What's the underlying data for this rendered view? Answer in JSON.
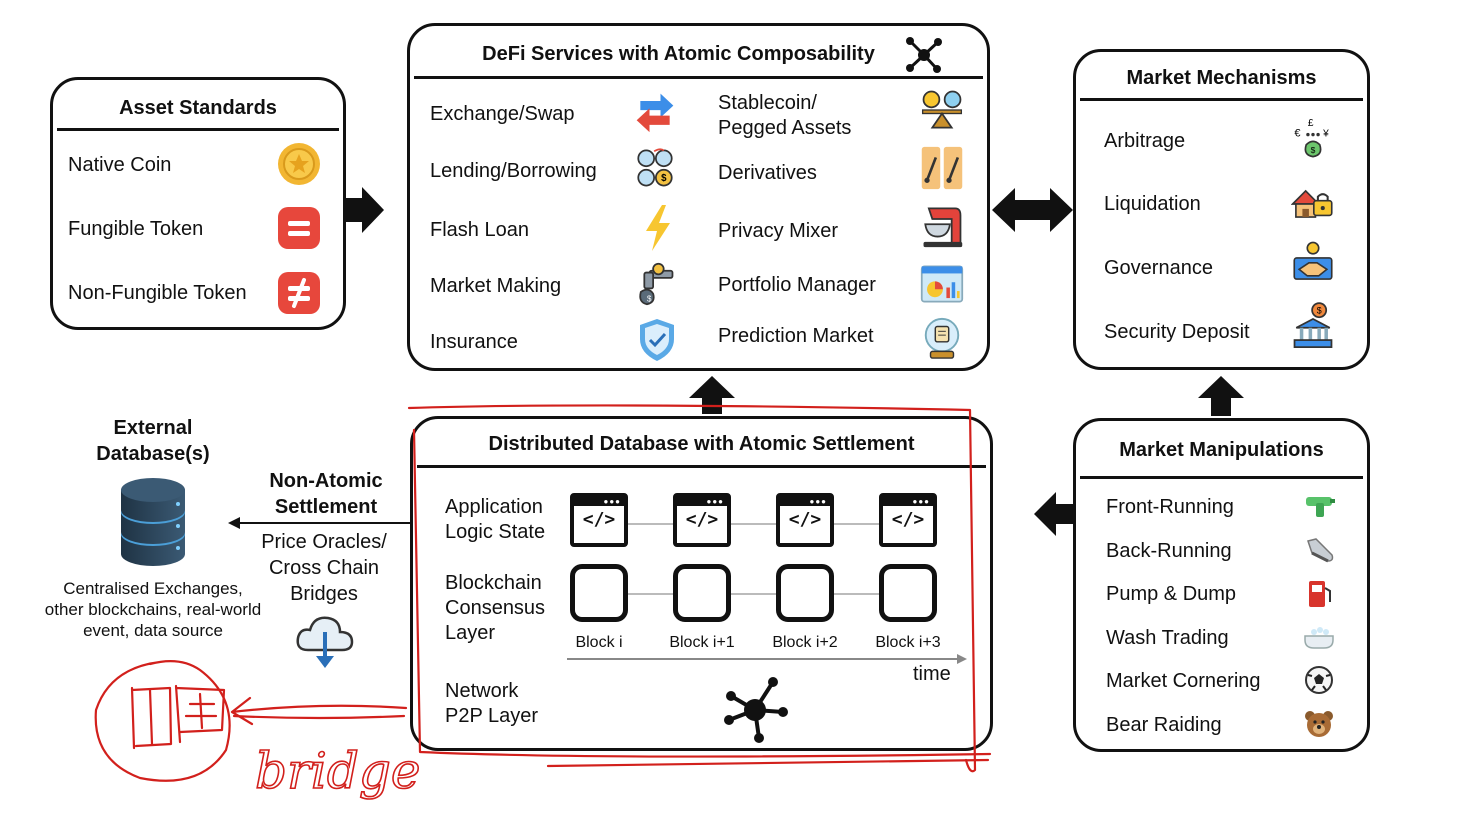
{
  "asset_standards": {
    "title": "Asset Standards",
    "items": [
      {
        "label": "Native Coin",
        "icon": "gold-coin-icon"
      },
      {
        "label": "Fungible Token",
        "icon": "equals-icon"
      },
      {
        "label": "Non-Fungible Token",
        "icon": "not-equal-icon"
      }
    ]
  },
  "defi_services": {
    "title": "DeFi Services with Atomic Composability",
    "left": [
      {
        "label": "Exchange/Swap",
        "icon": "swap-arrows-icon"
      },
      {
        "label": "Lending/Borrowing",
        "icon": "lending-icon"
      },
      {
        "label": "Flash Loan",
        "icon": "lightning-icon"
      },
      {
        "label": "Market Making",
        "icon": "money-tap-icon"
      },
      {
        "label": "Insurance",
        "icon": "shield-check-icon"
      }
    ],
    "right": [
      {
        "label": "Stablecoin/\nPegged Assets",
        "icon": "balance-scale-icon"
      },
      {
        "label": "Derivatives",
        "icon": "derivatives-icon"
      },
      {
        "label": "Privacy Mixer",
        "icon": "mixer-icon"
      },
      {
        "label": "Portfolio Manager",
        "icon": "portfolio-chart-icon"
      },
      {
        "label": "Prediction Market",
        "icon": "crystal-ball-icon"
      }
    ]
  },
  "market_mechanisms": {
    "title": "Market Mechanisms",
    "items": [
      {
        "label": "Arbitrage",
        "icon": "arbitrage-icon"
      },
      {
        "label": "Liquidation",
        "icon": "locked-house-icon"
      },
      {
        "label": "Governance",
        "icon": "handshake-icon"
      },
      {
        "label": "Security Deposit",
        "icon": "bank-deposit-icon"
      }
    ]
  },
  "external_db": {
    "title": "External\nDatabase(s)",
    "caption": "Centralised Exchanges,\nother blockchains, real-world\nevent, data source"
  },
  "non_atomic": {
    "title": "Non-Atomic\nSettlement",
    "subtitle": "Price Oracles/\nCross Chain\nBridges"
  },
  "distributed_db": {
    "title": "Distributed Database with Atomic Settlement",
    "layers": [
      "Application\nLogic State",
      "Blockchain\nConsensus\nLayer",
      "Network\nP2P Layer"
    ],
    "code_tag": "</>",
    "blocks": [
      "Block i",
      "Block i+1",
      "Block i+2",
      "Block i+3"
    ],
    "time_label": "time"
  },
  "market_manipulations": {
    "title": "Market Manipulations",
    "items": [
      {
        "label": "Front-Running",
        "icon": "water-gun-icon"
      },
      {
        "label": "Back-Running",
        "icon": "sneaker-icon"
      },
      {
        "label": "Pump & Dump",
        "icon": "fuel-pump-icon"
      },
      {
        "label": "Wash Trading",
        "icon": "bathtub-icon"
      },
      {
        "label": "Market Cornering",
        "icon": "soccer-ball-icon"
      },
      {
        "label": "Bear Raiding",
        "icon": "bear-icon"
      }
    ]
  },
  "annotation": {
    "handwritten": "bridge",
    "ink_color": "#d2201c"
  }
}
